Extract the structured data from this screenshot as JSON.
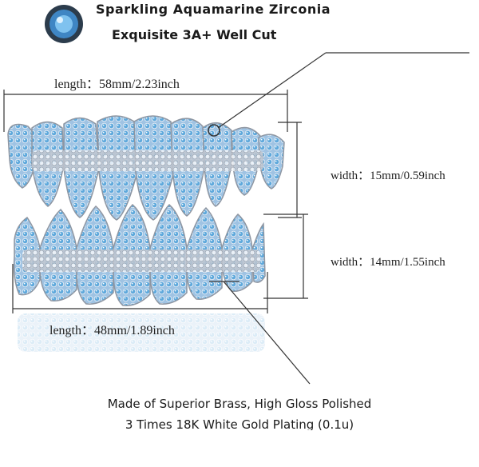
{
  "header": {
    "line1": "Sparkling  Aquamarine  Zirconia",
    "line2": "Exquisite 3A+ Well Cut"
  },
  "dimensions": {
    "top_length": "length：58mm/2.23inch",
    "bottom_length": "length：48mm/1.89inch",
    "top_width": "width：15mm/0.59inch",
    "bottom_width": "width：14mm/1.55inch"
  },
  "footer": {
    "line1": "Made of Superior Brass, High Gloss Polished",
    "line2": "3 Times 18K White  Gold Plating (0.1u)"
  },
  "colors": {
    "stone": "#5fa9dc",
    "silver": "#c9ccd3",
    "line": "#333333"
  }
}
